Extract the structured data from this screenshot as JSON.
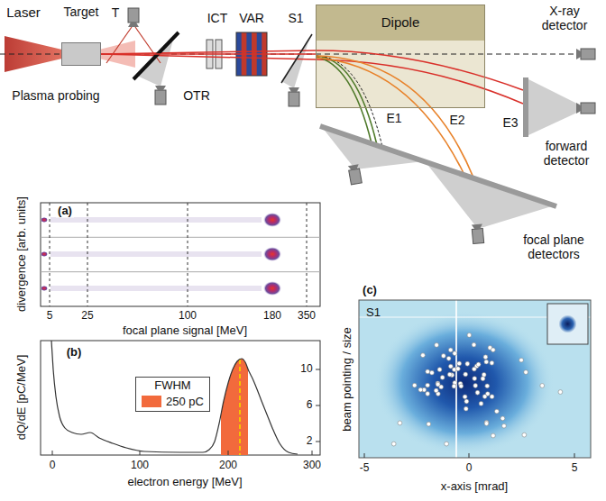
{
  "diagram": {
    "nodes": [
      {
        "text": [
          "Target"
        ]
      },
      {
        "text": [
          "Dipole"
        ]
      }
    ],
    "edges": [
      {
        "from": 0,
        "to": 1,
        "arrow": "none"
      }
    ],
    "labels": [
      "Laser",
      "T",
      "ICT",
      "VAR",
      "S1",
      "X-ray detector",
      "Plasma probing",
      "OTR",
      "E1",
      "E2",
      "E3",
      "forward detector",
      "focal plane detectors",
      "(a)",
      "divergence [arb. units]",
      "5",
      "25",
      "100",
      "180",
      "350",
      "focal plane signal [MeV]",
      "(b)",
      "dQ/dE [pC/MeV]",
      "FWHM",
      "10",
      "6",
      "2",
      "0",
      "100",
      "200",
      "300",
      "electron energy [MeV]",
      "(c)",
      "S1",
      "beam pointing / size",
      "-5",
      "0",
      "5",
      "x-axis [mrad]"
    ],
    "legend": [
      {
        "text": "250 pC",
        "color": "#f26a3c"
      }
    ]
  }
}
